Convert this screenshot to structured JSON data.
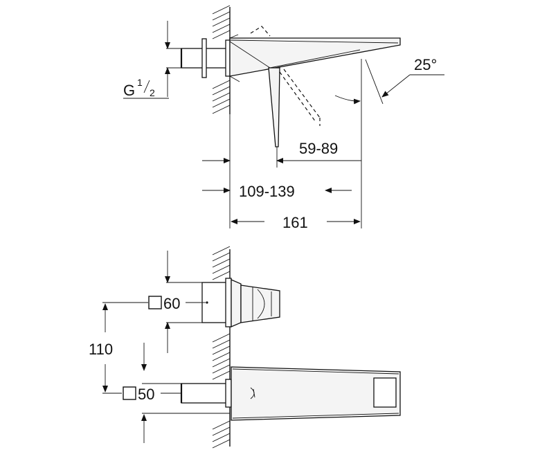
{
  "dimensions": {
    "thread_main": "G",
    "thread_num": "1",
    "thread_den": "2",
    "angle": "25°",
    "reach": "59-89",
    "projection": "109-139",
    "length": "161",
    "rosette_square": "60",
    "spacing": "110",
    "spout_square": "50"
  }
}
